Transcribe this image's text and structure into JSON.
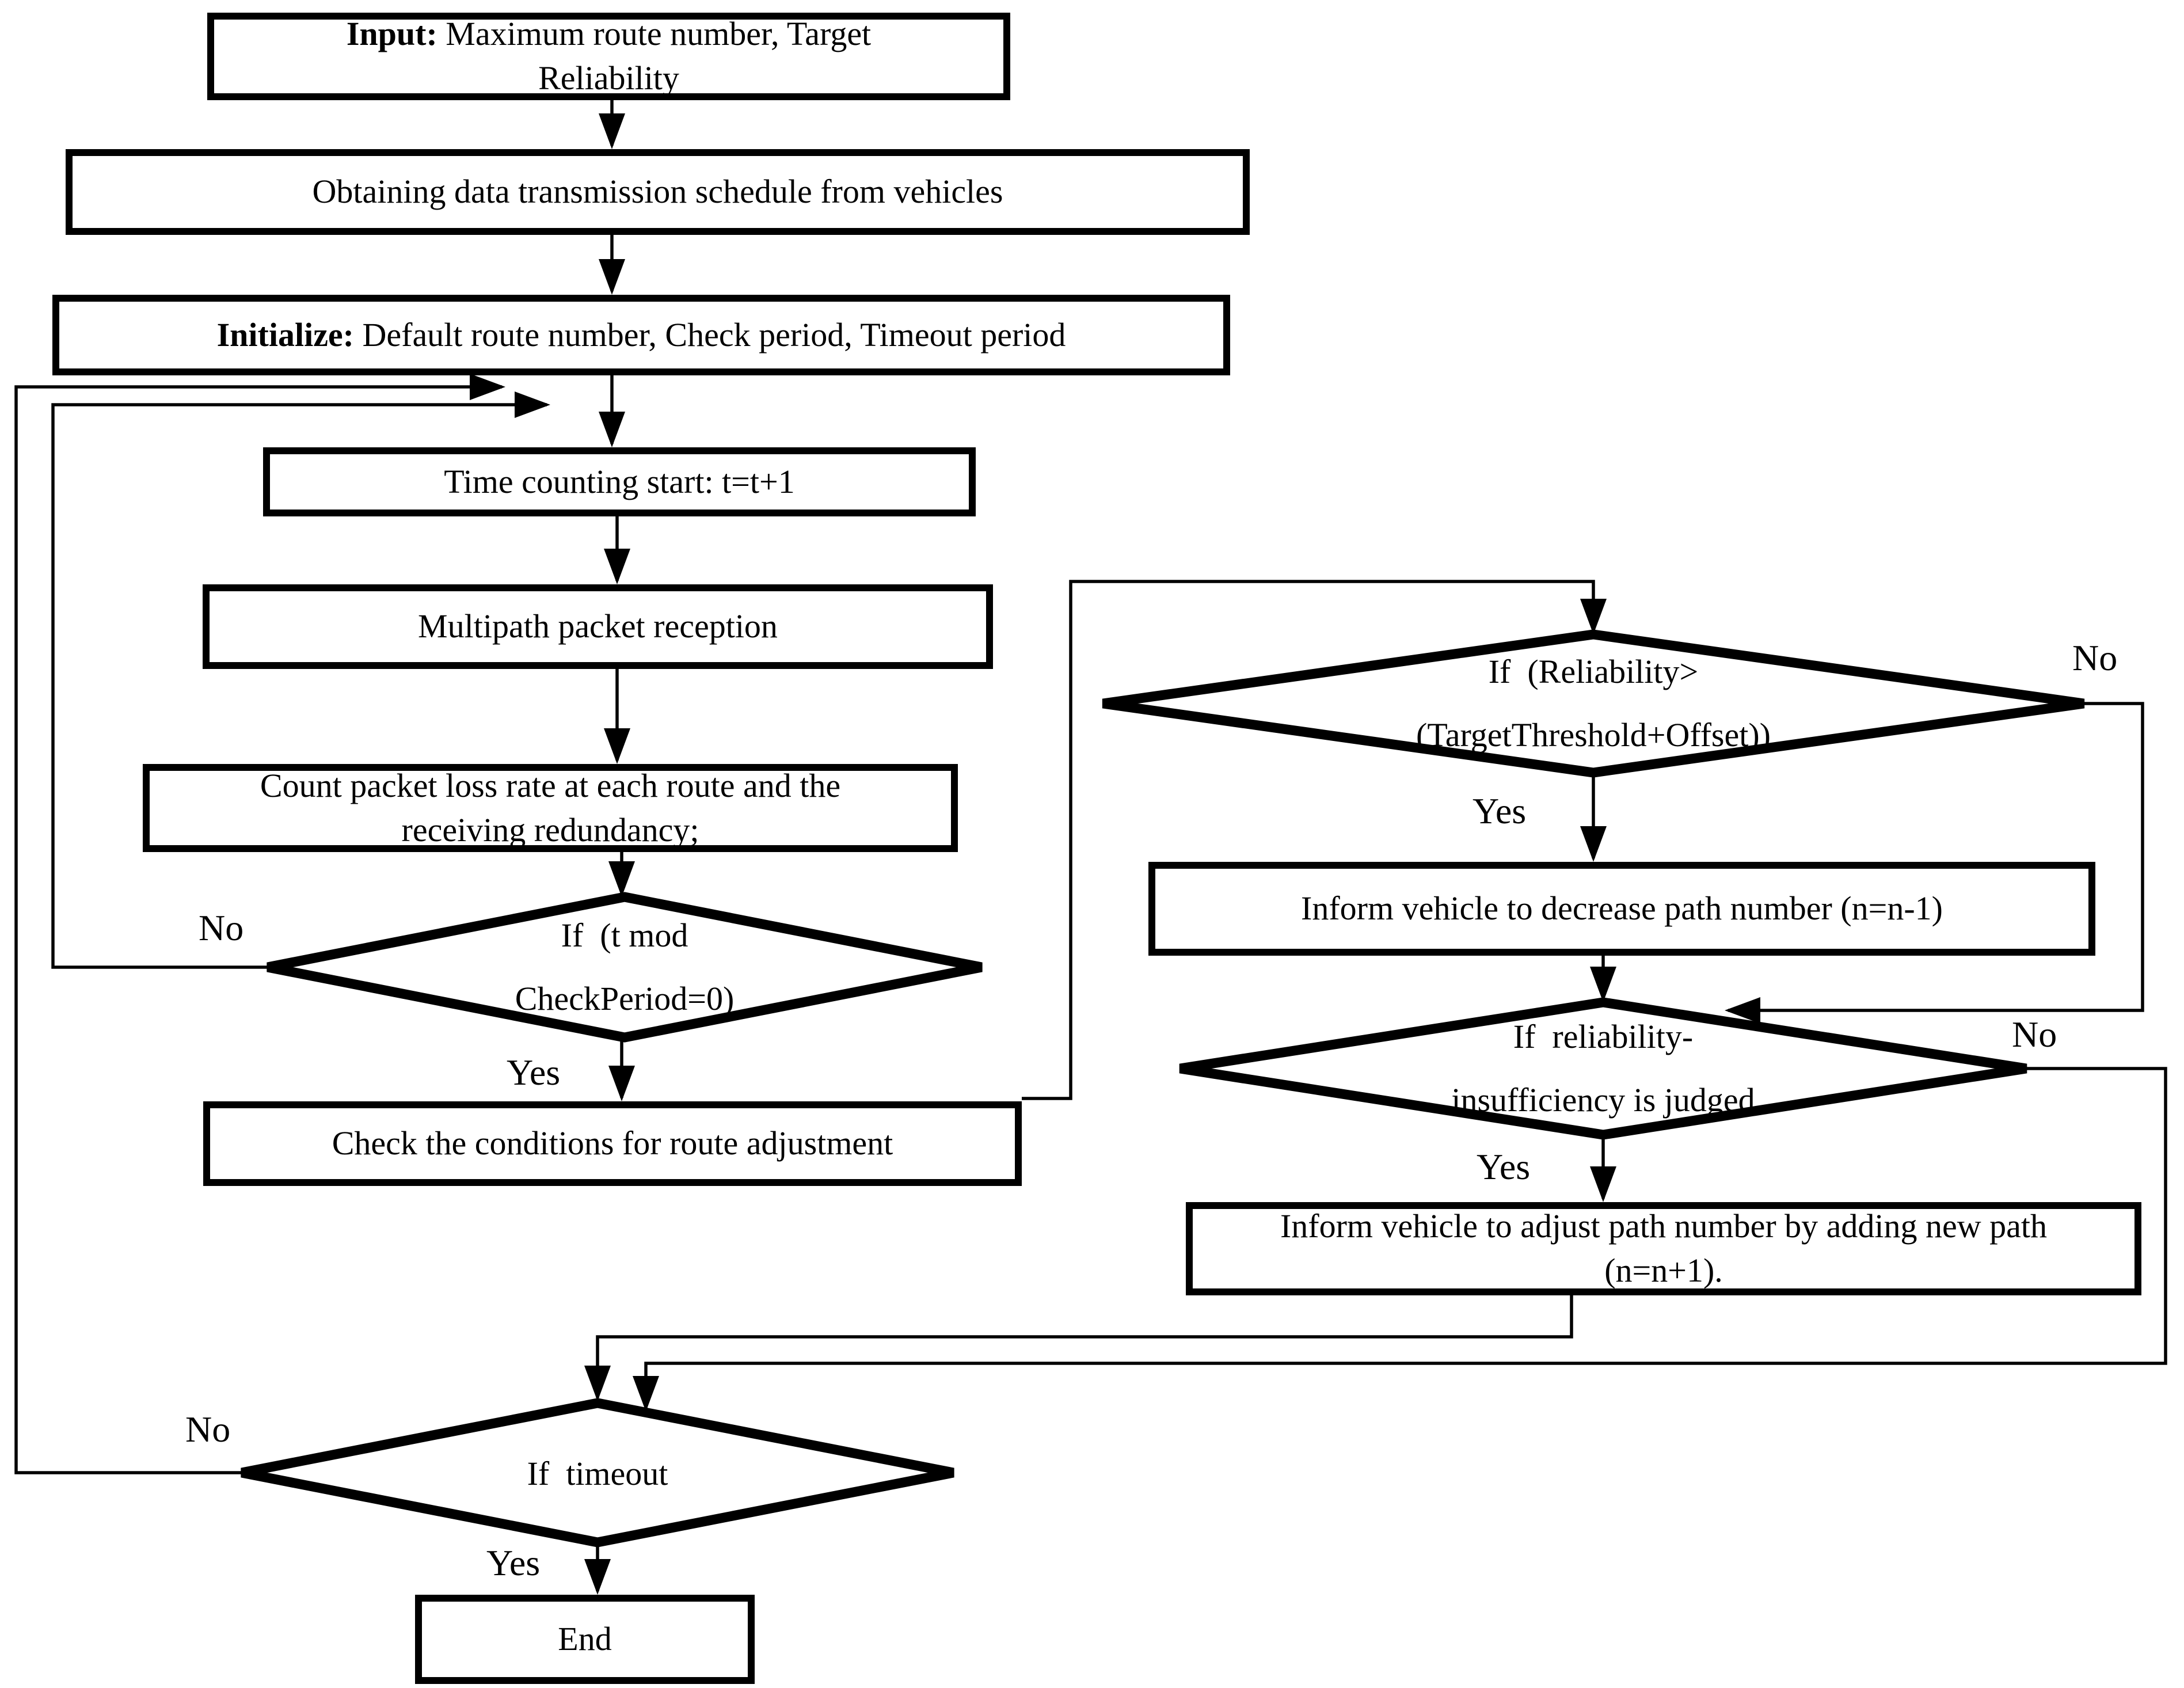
{
  "canvas": {
    "background": "#ffffff",
    "ink": "#000000"
  },
  "flowchart": {
    "boxes": {
      "input": {
        "bold": "Input:",
        "rest": " Maximum route number, Target",
        "line2": "Reliability"
      },
      "obtain": {
        "text": "Obtaining data transmission schedule from vehicles"
      },
      "initialize": {
        "bold": "Initialize:",
        "rest": " Default route number, Check period, Timeout period"
      },
      "time": {
        "text": "Time counting start: t=t+1"
      },
      "multipath": {
        "text": "Multipath packet reception"
      },
      "count": {
        "line1": "Count packet loss rate at each route and the",
        "line2": "receiving redundancy;"
      },
      "check": {
        "text": "Check the conditions for route adjustment"
      },
      "decrease": {
        "text": "Inform vehicle to decrease path number (n=n-1)"
      },
      "adjust": {
        "line1": "Inform vehicle to adjust path number by adding new path",
        "line2": "(n=n+1)."
      },
      "end": {
        "text": "End"
      }
    },
    "decisions": {
      "check_period": {
        "line1": "If  (t mod",
        "line2": "CheckPeriod=0)"
      },
      "reliability_over": {
        "line1": "If  (Reliability>",
        "line2": "(TargetThreshold+Offset))"
      },
      "reliability_insufficiency": {
        "line1": "If  reliability-",
        "line2": "insufficiency is judged"
      },
      "timeout": {
        "text": "If  timeout"
      }
    },
    "edge_labels": {
      "yes": "Yes",
      "no": "No"
    }
  }
}
